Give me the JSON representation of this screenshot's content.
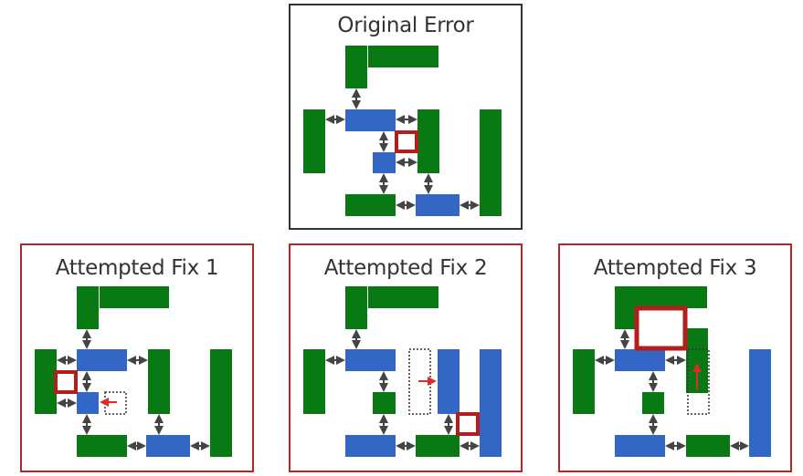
{
  "colors": {
    "green": "#097a13",
    "blue": "#3466c6",
    "error": "#b51d1d",
    "frame_original": "#333333",
    "frame_attempt": "#b62626",
    "connector": "#444444",
    "move_arrow": "#e12a2a",
    "ghost_outline": "#333333"
  },
  "panels": {
    "original": {
      "title": "Original Error"
    },
    "fix1": {
      "title": "Attempted Fix 1"
    },
    "fix2": {
      "title": "Attempted Fix 2"
    },
    "fix3": {
      "title": "Attempted Fix 3"
    }
  }
}
